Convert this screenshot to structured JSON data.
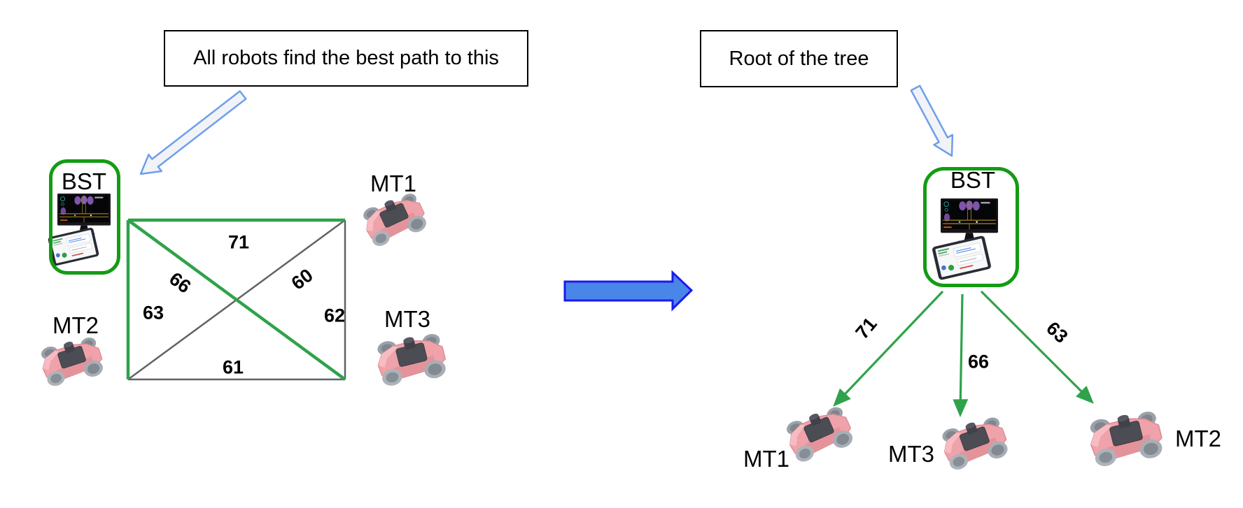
{
  "colors": {
    "background": "#ffffff",
    "text": "#000000",
    "callout_border": "#000000",
    "node_border_green": "#149b14",
    "tree_edge_green": "#2fa24b",
    "non_tree_edge_gray": "#5f6368",
    "solid_arrow_fill": "#4a86e8",
    "solid_arrow_stroke": "#1b1bec",
    "outline_arrow_fill": "#f1f3f7",
    "outline_arrow_stroke": "#6d9eeb",
    "robot_pink": "#efa2a9",
    "robot_top_gray": "#4c4c54"
  },
  "left_panel": {
    "callout_text": "All robots find the best path to this",
    "bst_label": "BST",
    "robot_labels": {
      "mt1": "MT1",
      "mt2": "MT2",
      "mt3": "MT3"
    },
    "edge_weights": {
      "bst_mt1_top": "71",
      "bst_mt3_diagonal": "66",
      "mt2_mt1_diagonal": "60",
      "bst_mt2_left": "63",
      "mt1_mt3_right": "62",
      "mt2_mt3_bottom": "61"
    }
  },
  "right_panel": {
    "callout_text": "Root of the tree",
    "bst_label": "BST",
    "edge_weights": {
      "bst_mt1": "71",
      "bst_mt3": "66",
      "bst_mt2": "63"
    },
    "robot_labels": {
      "mt1": "MT1",
      "mt3": "MT3",
      "mt2": "MT2"
    }
  }
}
